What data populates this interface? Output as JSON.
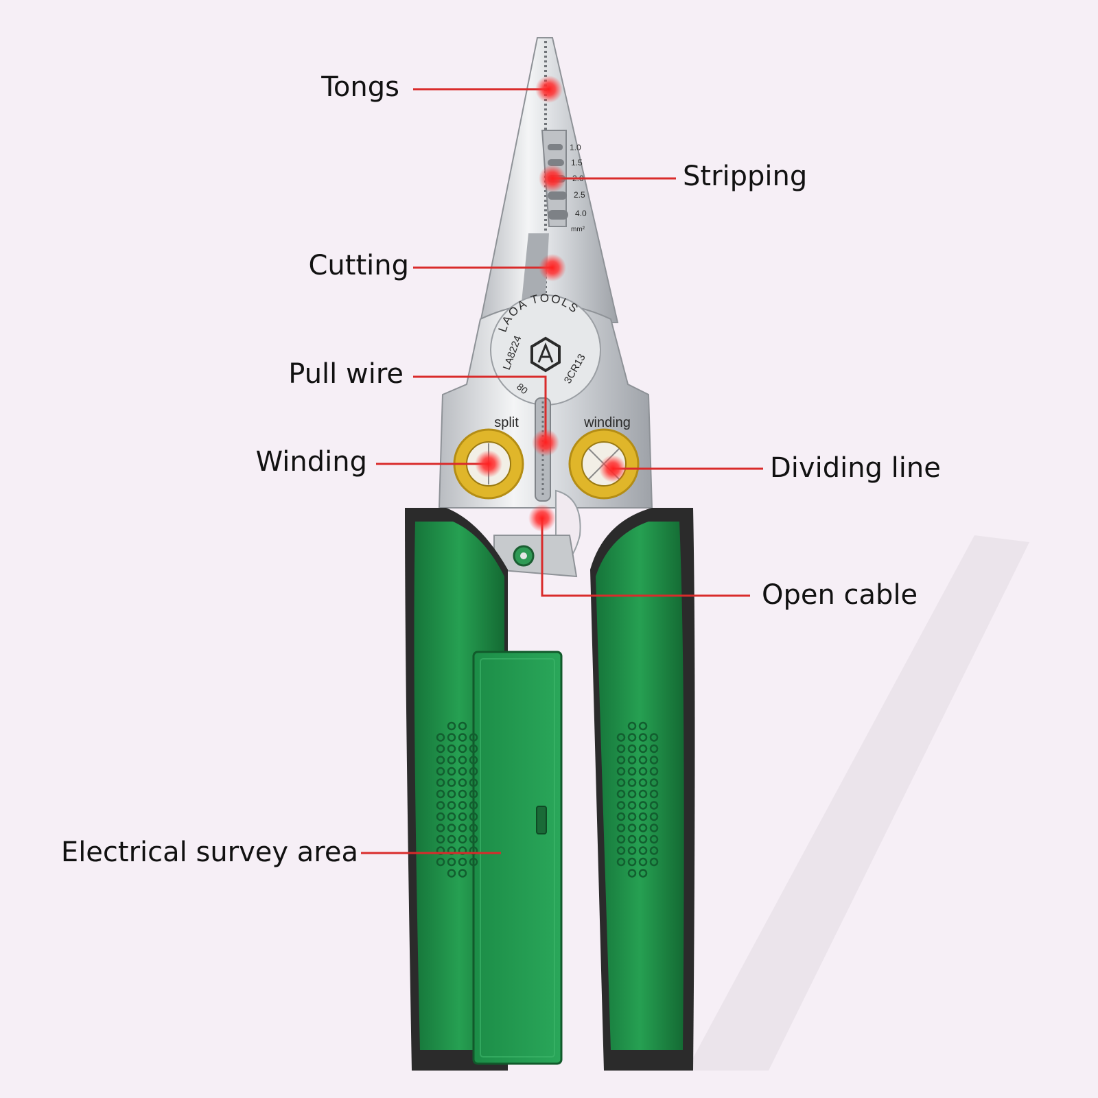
{
  "diagram": {
    "callouts": [
      {
        "id": "tongs",
        "label": "Tongs"
      },
      {
        "id": "stripping",
        "label": "Stripping"
      },
      {
        "id": "cutting",
        "label": "Cutting"
      },
      {
        "id": "pull-wire",
        "label": "Pull wire"
      },
      {
        "id": "winding",
        "label": "Winding"
      },
      {
        "id": "dividing",
        "label": "Dividing line"
      },
      {
        "id": "open-cable",
        "label": "Open cable"
      },
      {
        "id": "survey",
        "label": "Electrical survey area"
      }
    ],
    "tool_markings": {
      "brand": "LAOA TOOLS",
      "model": "LA8224",
      "steel": "3CR13",
      "size_code": "80",
      "hole_left": "split",
      "hole_right": "winding",
      "gauges": [
        "1.0",
        "1.5",
        "2.0",
        "2.5",
        "4.0"
      ],
      "gauge_unit": "mm²"
    },
    "colors": {
      "background": "#f6eff6",
      "handle_green": "#1f8a45",
      "handle_dark": "#2b2b2b",
      "steel": "#d8dadd",
      "ring_yellow": "#e0b62a",
      "callout_red": "#d92b2b"
    },
    "icons": [
      "laoa-hexagon-logo-icon"
    ]
  }
}
